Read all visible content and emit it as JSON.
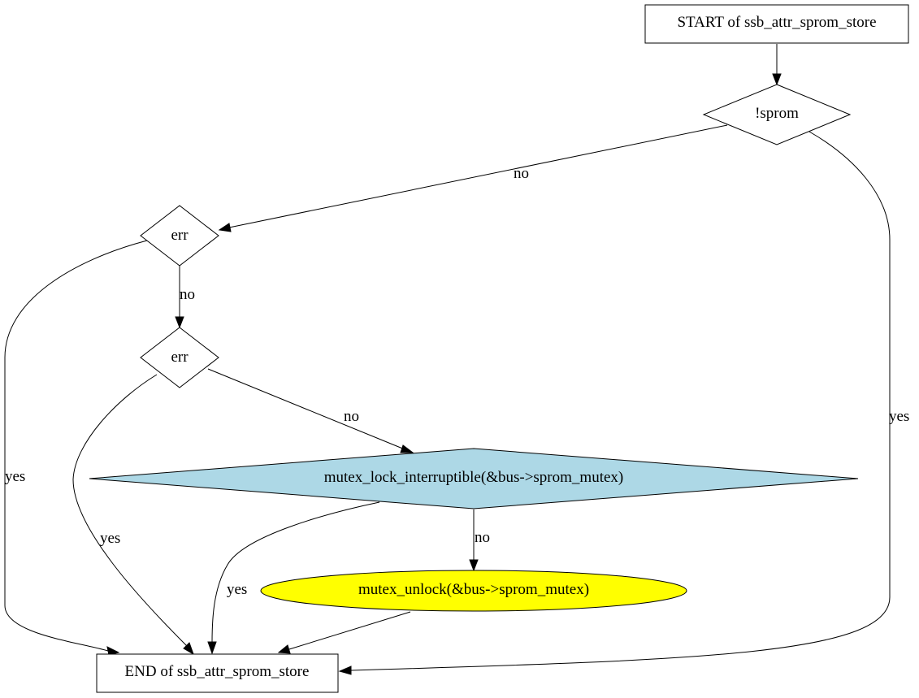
{
  "nodes": {
    "start": {
      "label": "START of ssb_attr_sprom_store",
      "fill": "#ffffff"
    },
    "cond_sprom": {
      "label": "!sprom",
      "fill": "#ffffff"
    },
    "cond_err1": {
      "label": "err",
      "fill": "#ffffff"
    },
    "cond_err2": {
      "label": "err",
      "fill": "#ffffff"
    },
    "cond_mutex": {
      "label": "mutex_lock_interruptible(&bus->sprom_mutex)",
      "fill": "#add8e6"
    },
    "unlock": {
      "label": "mutex_unlock(&bus->sprom_mutex)",
      "fill": "#ffff00"
    },
    "end": {
      "label": "END of ssb_attr_sprom_store",
      "fill": "#ffffff"
    }
  },
  "edges": {
    "sprom_no": {
      "from": "cond_sprom",
      "to": "cond_err1",
      "label": "no"
    },
    "sprom_yes": {
      "from": "cond_sprom",
      "to": "end",
      "label": "yes"
    },
    "err1_no": {
      "from": "cond_err1",
      "to": "cond_err2",
      "label": "no"
    },
    "err1_yes": {
      "from": "cond_err1",
      "to": "end",
      "label": "yes"
    },
    "err2_no": {
      "from": "cond_err2",
      "to": "cond_mutex",
      "label": "no"
    },
    "err2_yes": {
      "from": "cond_err2",
      "to": "end",
      "label": "yes"
    },
    "mutex_no": {
      "from": "cond_mutex",
      "to": "unlock",
      "label": "no"
    },
    "mutex_yes": {
      "from": "cond_mutex",
      "to": "end",
      "label": "yes"
    }
  }
}
